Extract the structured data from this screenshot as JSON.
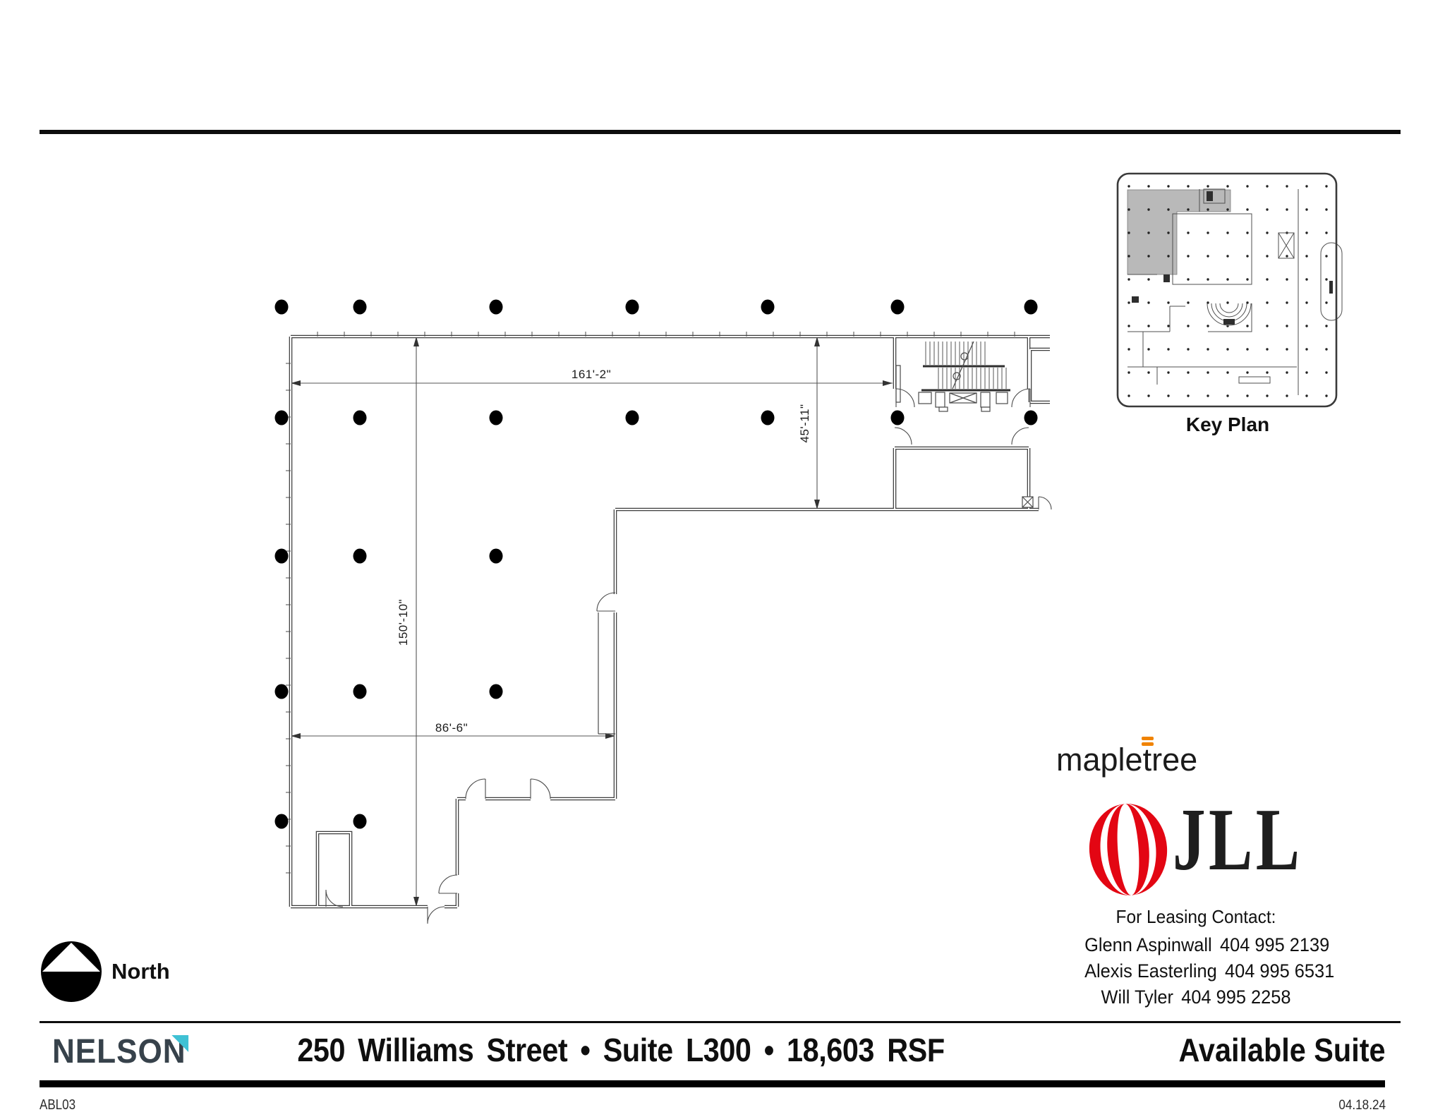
{
  "plan": {
    "dimensions": {
      "top": "161'-2\"",
      "right": "45'-11\"",
      "left": "150'-10\"",
      "bottom": "86'-6\""
    }
  },
  "key_plan": {
    "label": "Key Plan",
    "highlight_color": "#b9b9b9"
  },
  "north": {
    "label": "North"
  },
  "logos": {
    "mapletree": {
      "pre": "maple",
      "t": "t",
      "post": "ree",
      "orange": "#f08300"
    },
    "jll": {
      "text": "JLL",
      "red": "#e30613"
    }
  },
  "leasing": {
    "heading": "For Leasing Contact:",
    "contacts": [
      {
        "name": "Glenn Aspinwall",
        "phone": "404 995 2139"
      },
      {
        "name": "Alexis Easterling",
        "phone": "404 995 6531"
      },
      {
        "name": "Will Tyler",
        "phone": "404 995 2258"
      }
    ]
  },
  "footer": {
    "firm_pre": "NELSO",
    "firm_last": "N",
    "title": "250 Williams Street  •  Suite L300  •  18,603 RSF",
    "available": "Available Suite",
    "sheet": "ABL03",
    "date": "04.18.24",
    "nelson_dark": "#37424b",
    "nelson_teal": "#3fc1d4"
  }
}
